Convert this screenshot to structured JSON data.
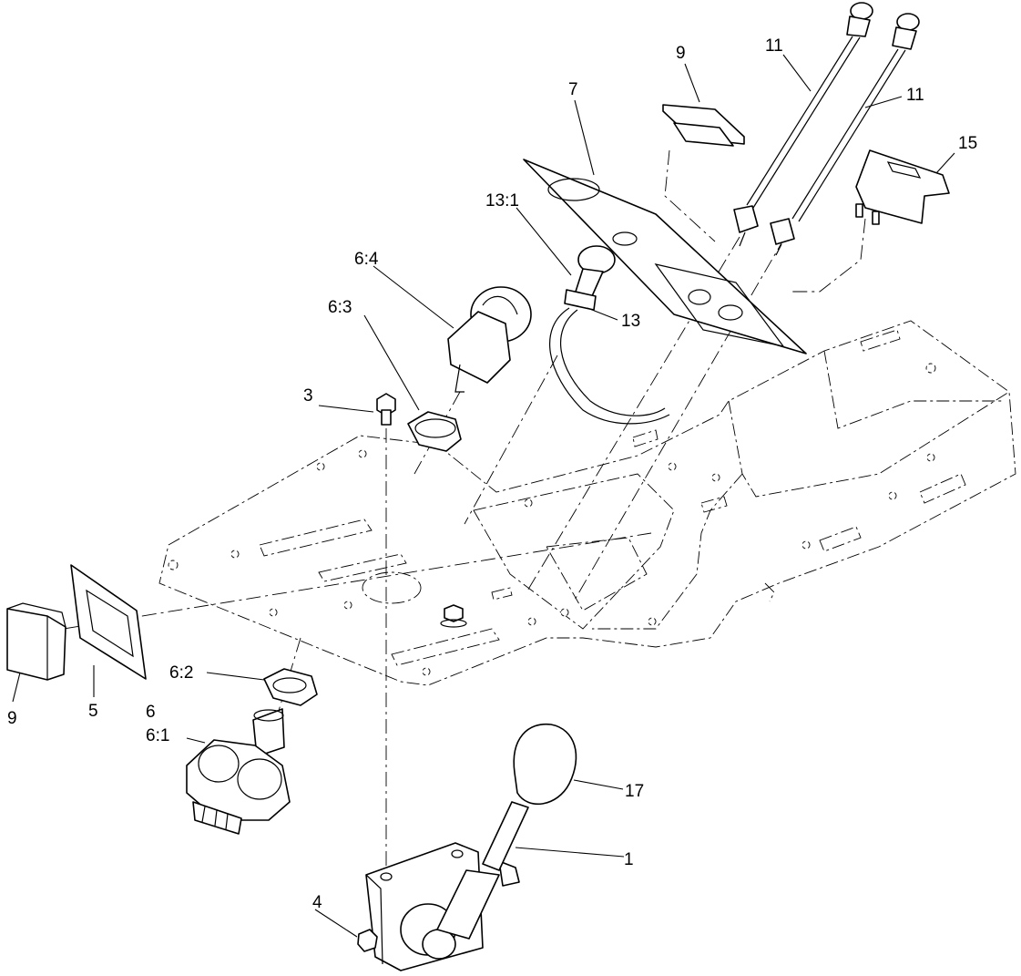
{
  "callouts": {
    "c1": "1",
    "c3": "3",
    "c4": "4",
    "c5": "5",
    "c6": "6",
    "c6_1": "6:1",
    "c6_2": "6:2",
    "c6_3": "6:3",
    "c6_4": "6:4",
    "c7": "7",
    "c9_top": "9",
    "c9_left": "9",
    "c11_a": "11",
    "c11_b": "11",
    "c13": "13",
    "c13_1": "13:1",
    "c15": "15",
    "c17": "17"
  }
}
